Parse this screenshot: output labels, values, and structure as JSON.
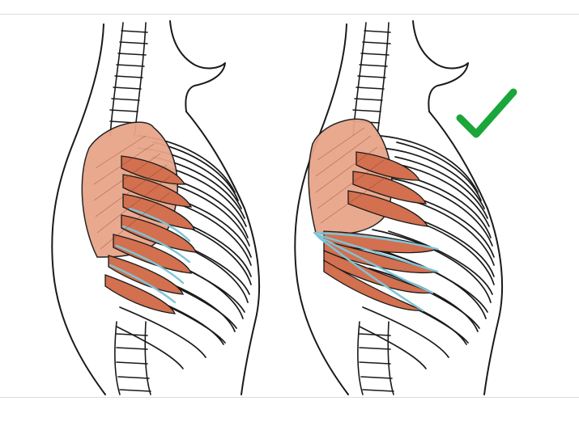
{
  "illustration": {
    "panels": [
      {
        "id": "left",
        "variant": "incorrect"
      },
      {
        "id": "right",
        "variant": "correct"
      }
    ],
    "colors": {
      "muscle": "#d2704f",
      "muscle_light": "#e8a58a",
      "tendon": "#7ec4d6",
      "outline": "#1a1a1a",
      "check": "#1aa63a",
      "divider": "#dcdcdc"
    },
    "check_icon": "checkmark-icon"
  }
}
